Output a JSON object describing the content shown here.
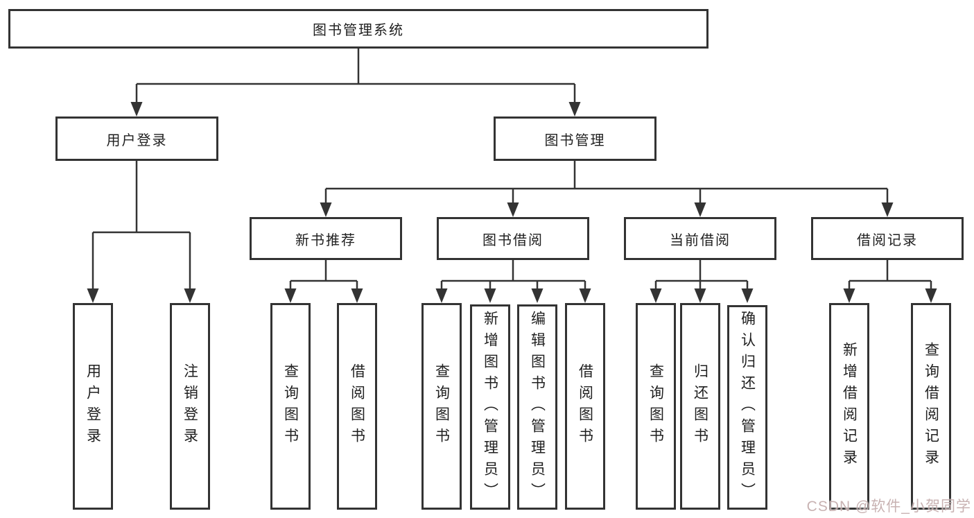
{
  "diagram": {
    "title": "图书管理系统",
    "nodes": {
      "root": "图书管理系统",
      "user_login": "用户登录",
      "book_management": "图书管理",
      "new_book_recommendation": "新书推荐",
      "book_borrowing": "图书借阅",
      "current_borrowing": "当前借阅",
      "borrowing_records": "借阅记录",
      "leaf_user_login": "用户登录",
      "leaf_logout": "注销登录",
      "leaf_nb_query_books": "查询图书",
      "leaf_nb_borrow_books": "借阅图书",
      "leaf_bb_query_books": "查询图书",
      "leaf_bb_add_books": "新增图书（管理员）",
      "leaf_bb_edit_books": "编辑图书（管理员）",
      "leaf_bb_borrow_books": "借阅图书",
      "leaf_cb_query_books": "查询图书",
      "leaf_cb_return_books": "归还图书",
      "leaf_cb_confirm_return": "确认归还（管理员）",
      "leaf_br_add_record": "新增借阅记录",
      "leaf_br_query_record": "查询借阅记录"
    },
    "edges": [
      {
        "parent": "root",
        "children": [
          "user_login",
          "book_management"
        ]
      },
      {
        "parent": "user_login",
        "children": [
          "leaf_user_login",
          "leaf_logout"
        ]
      },
      {
        "parent": "book_management",
        "children": [
          "new_book_recommendation",
          "book_borrowing",
          "current_borrowing",
          "borrowing_records"
        ]
      },
      {
        "parent": "new_book_recommendation",
        "children": [
          "leaf_nb_query_books",
          "leaf_nb_borrow_books"
        ]
      },
      {
        "parent": "book_borrowing",
        "children": [
          "leaf_bb_query_books",
          "leaf_bb_add_books",
          "leaf_bb_edit_books",
          "leaf_bb_borrow_books"
        ]
      },
      {
        "parent": "current_borrowing",
        "children": [
          "leaf_cb_query_books",
          "leaf_cb_return_books",
          "leaf_cb_confirm_return"
        ]
      },
      {
        "parent": "borrowing_records",
        "children": [
          "leaf_br_add_record",
          "leaf_br_query_record"
        ]
      }
    ],
    "colors": {
      "line": "#333333",
      "border": "#333333",
      "text": "#1f1f1f",
      "background": "#ffffff",
      "watermark": "#bea5a5"
    }
  },
  "watermark": "CSDN @软件_小贺同学"
}
